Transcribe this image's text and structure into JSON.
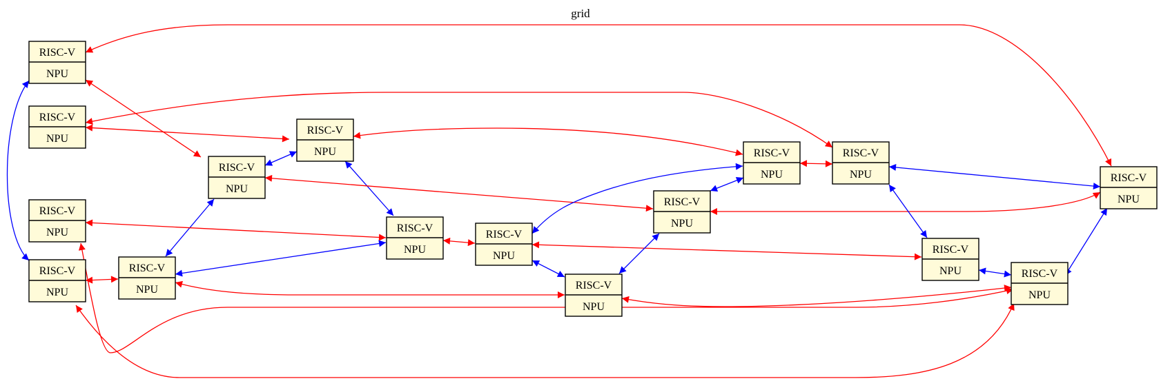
{
  "title": "grid",
  "colors": {
    "red_edge": "#ff0000",
    "blue_edge": "#0000ff",
    "node_fill": "#fffbd9",
    "node_border": "#000000"
  },
  "node_labels": {
    "top": "RISC-V",
    "bottom": "NPU"
  },
  "nodes": [
    {
      "id": "n1",
      "top": "RISC-V",
      "bottom": "NPU"
    },
    {
      "id": "n2",
      "top": "RISC-V",
      "bottom": "NPU"
    },
    {
      "id": "n3",
      "top": "RISC-V",
      "bottom": "NPU"
    },
    {
      "id": "n4",
      "top": "RISC-V",
      "bottom": "NPU"
    },
    {
      "id": "n5",
      "top": "RISC-V",
      "bottom": "NPU"
    },
    {
      "id": "n6",
      "top": "RISC-V",
      "bottom": "NPU"
    },
    {
      "id": "n7",
      "top": "RISC-V",
      "bottom": "NPU"
    },
    {
      "id": "n8",
      "top": "RISC-V",
      "bottom": "NPU"
    },
    {
      "id": "n9",
      "top": "RISC-V",
      "bottom": "NPU"
    },
    {
      "id": "n10",
      "top": "RISC-V",
      "bottom": "NPU"
    },
    {
      "id": "n11",
      "top": "RISC-V",
      "bottom": "NPU"
    },
    {
      "id": "n12",
      "top": "RISC-V",
      "bottom": "NPU"
    },
    {
      "id": "n13",
      "top": "RISC-V",
      "bottom": "NPU"
    },
    {
      "id": "n14",
      "top": "RISC-V",
      "bottom": "NPU"
    },
    {
      "id": "n15",
      "top": "RISC-V",
      "bottom": "NPU"
    },
    {
      "id": "n16",
      "top": "RISC-V",
      "bottom": "NPU"
    }
  ],
  "edges": [
    {
      "from": "n1",
      "to": "n16",
      "color": "red",
      "direction": "both"
    },
    {
      "from": "n1",
      "to": "n6",
      "color": "red",
      "direction": "both"
    },
    {
      "from": "n1",
      "to": "n4",
      "color": "blue",
      "direction": "both"
    },
    {
      "from": "n2",
      "to": "n14",
      "color": "red",
      "direction": "both"
    },
    {
      "from": "n2",
      "to": "n7",
      "color": "red",
      "direction": "both"
    },
    {
      "from": "n7",
      "to": "n12",
      "color": "red",
      "direction": "both"
    },
    {
      "from": "n6",
      "to": "n7",
      "color": "blue",
      "direction": "both"
    },
    {
      "from": "n7",
      "to": "n8",
      "color": "blue",
      "direction": "both"
    },
    {
      "from": "n6",
      "to": "n11",
      "color": "red",
      "direction": "both"
    },
    {
      "from": "n6",
      "to": "n5",
      "color": "blue",
      "direction": "both"
    },
    {
      "from": "n3",
      "to": "n8",
      "color": "red",
      "direction": "both"
    },
    {
      "from": "n3",
      "to": "n15",
      "color": "red",
      "direction": "both"
    },
    {
      "from": "n4",
      "to": "n5",
      "color": "red",
      "direction": "both"
    },
    {
      "from": "n4",
      "to": "n16",
      "color": "red",
      "direction": "both"
    },
    {
      "from": "n5",
      "to": "n8",
      "color": "blue",
      "direction": "both"
    },
    {
      "from": "n5",
      "to": "n10",
      "color": "red",
      "direction": "both"
    },
    {
      "from": "n8",
      "to": "n9",
      "color": "red",
      "direction": "both"
    },
    {
      "from": "n9",
      "to": "n15",
      "color": "red",
      "direction": "both"
    },
    {
      "from": "n9",
      "to": "n10",
      "color": "blue",
      "direction": "both"
    },
    {
      "from": "n9",
      "to": "n12",
      "color": "blue",
      "direction": "both"
    },
    {
      "from": "n10",
      "to": "n11",
      "color": "blue",
      "direction": "both"
    },
    {
      "from": "n10",
      "to": "n16",
      "color": "red",
      "direction": "both"
    },
    {
      "from": "n11",
      "to": "n12",
      "color": "blue",
      "direction": "both"
    },
    {
      "from": "n11",
      "to": "n13",
      "color": "red",
      "direction": "both"
    },
    {
      "from": "n12",
      "to": "n14",
      "color": "red",
      "direction": "both"
    },
    {
      "from": "n13",
      "to": "n17",
      "color": "red",
      "direction": "both"
    },
    {
      "from": "n14",
      "to": "n17",
      "color": "blue",
      "direction": "both"
    },
    {
      "from": "n14",
      "to": "n15",
      "color": "blue",
      "direction": "both"
    },
    {
      "from": "n15",
      "to": "n16",
      "color": "blue",
      "direction": "both"
    },
    {
      "from": "n16",
      "to": "n17",
      "color": "blue",
      "direction": "both"
    },
    {
      "from": "n11",
      "to": "n17",
      "color": "red",
      "direction": "both"
    }
  ]
}
